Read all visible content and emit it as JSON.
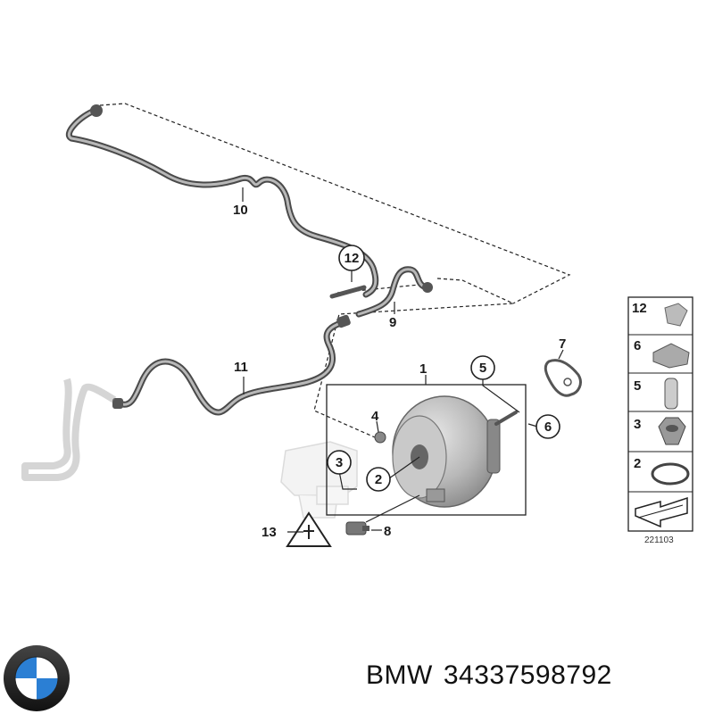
{
  "callouts": {
    "c1": "1",
    "c2": "2",
    "c3": "3",
    "c4": "4",
    "c5": "5",
    "c6": "6",
    "c7": "7",
    "c8": "8",
    "c9": "9",
    "c10": "10",
    "c11": "11",
    "c12": "12",
    "c13": "13"
  },
  "legend": {
    "items": [
      "12",
      "6",
      "5",
      "3",
      "2"
    ],
    "code": "221103"
  },
  "footer": {
    "brand": "BMW",
    "part_number": "34337598792"
  },
  "colors": {
    "hose": "#4a4a4a",
    "booster": "#b0b0b0",
    "logo_blue": "#2b7fd4",
    "logo_ring": "#1a1a1a"
  }
}
